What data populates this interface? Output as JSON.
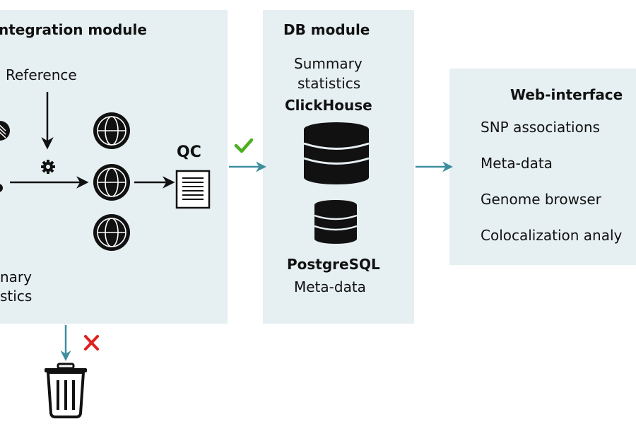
{
  "integration": {
    "title": "ntegration module",
    "reference": "Reference",
    "qc": "QC",
    "summary_line1": "nary",
    "summary_line2": "stics"
  },
  "db": {
    "title": "DB module",
    "summary_line1": "Summary",
    "summary_line2": "statistics",
    "clickhouse": "ClickHouse",
    "postgres": "PostgreSQL",
    "metadata": "Meta-data"
  },
  "web": {
    "title": "Web-interface",
    "items": [
      "SNP associations",
      "Meta-data",
      "Genome browser",
      "Colocalization analy"
    ]
  },
  "colors": {
    "panel": "#e6eff2",
    "arrow_teal": "#3e8ea0",
    "check": "#4caf1f",
    "cross": "#e02020",
    "icon": "#111111"
  },
  "icons": [
    "gear-icon",
    "globe-icon",
    "document-icon",
    "database-icon",
    "trash-icon",
    "check-icon",
    "cross-icon"
  ]
}
